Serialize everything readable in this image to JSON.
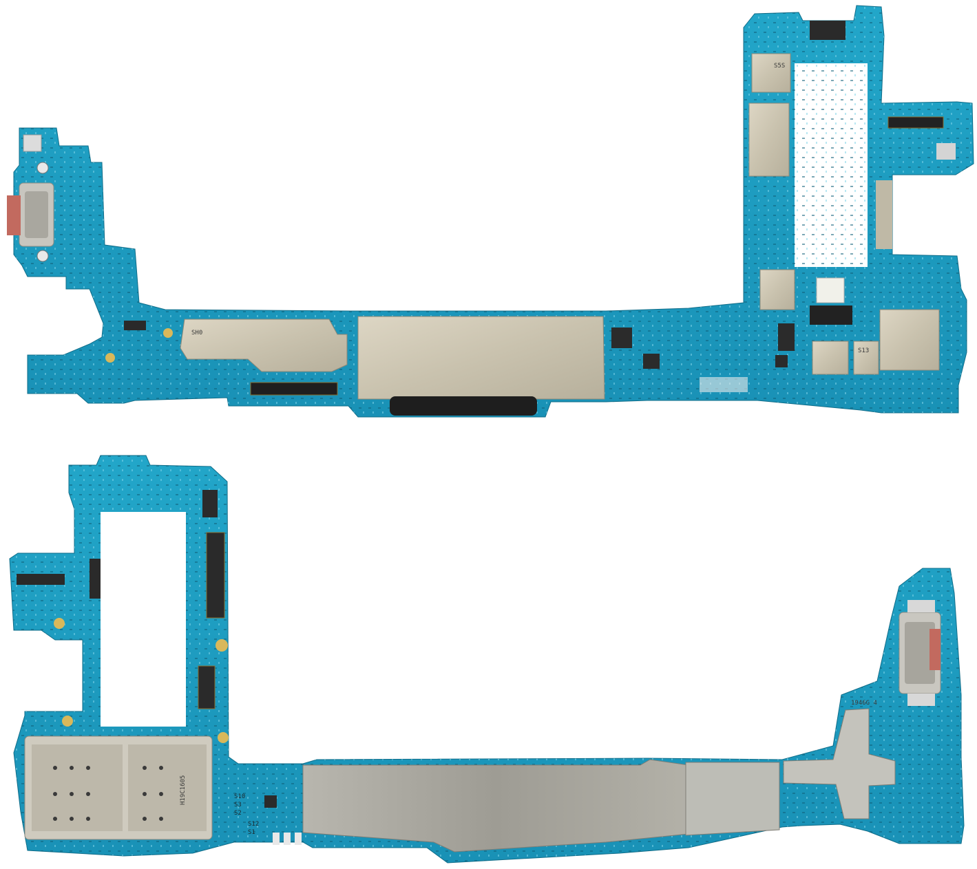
{
  "colors": {
    "background": "#ffffff",
    "pcb": "#1e9fc4",
    "pcb_dark": "#137fa0",
    "shield": "#cfc8b6",
    "shield_dark": "#a9a493",
    "connector": "#2b2b2b",
    "gold": "#d9b85a"
  },
  "boards": [
    {
      "name": "top-board",
      "side": "component side"
    },
    {
      "name": "bottom-board",
      "side": "reverse side"
    }
  ],
  "silkscreen": {
    "top_sh0": "SH0",
    "top_s5": "S5S",
    "top_s13": "S13",
    "bottom_serial": "1946G 4",
    "bottom_code": "H19C1605",
    "bottom_label_1": "S12",
    "bottom_label_2": "S1",
    "bottom_label_3": "S10",
    "bottom_label_4": "S3",
    "bottom_label_5": "S2"
  }
}
